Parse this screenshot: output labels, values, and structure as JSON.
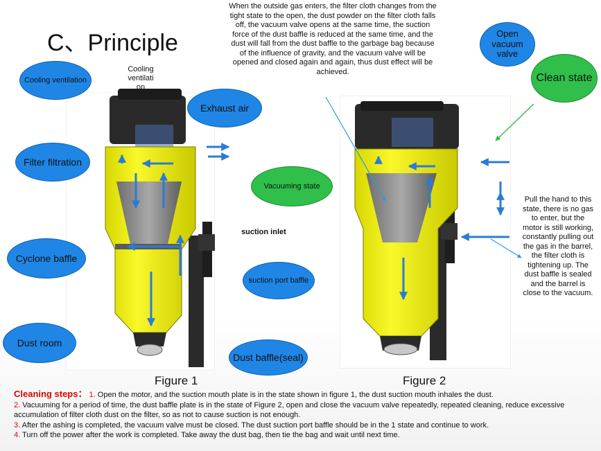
{
  "title": "C、Principle",
  "description": "When the outside gas enters, the filter cloth changes from the tight state to the open, the dust powder on the filter cloth falls off, the vacuum valve opens at the same time, the suction force of the dust baffle is reduced at the same time, and the dust will fall from the dust baffle to the garbage bag because of the influence of gravity, and the vacuum valve will be opened and closed again and again, thus dust effect will be achieved.",
  "figure1": {
    "label": "Figure 1",
    "callouts": {
      "cooling_ventilation_1": "Cooling ventilation",
      "cooling_ventilation_2": "Cooling ventilati on",
      "exhaust_air": "Exhaust air",
      "filter_filtration": "Filter filtration",
      "vacuuming_state": "Vacuuming state",
      "suction_inlet": "suction inlet",
      "cyclone_baffle": "Cyclone baffle",
      "suction_port_baffle": "suction port baffle",
      "dust_room": "Dust room",
      "dust_baffle_seal": "Dust baffle(seal)"
    }
  },
  "figure2": {
    "label": "Figure 2",
    "callouts": {
      "open_vacuum_valve": "Open vacuum valve",
      "clean_state": "Clean state"
    },
    "note": "Pull the hand to this state, there is no gas to enter, but the motor is still working, constantly pulling out the gas in the barrel, the filter cloth is tightening up. The dust baffle is sealed and the barrel is close to the vacuum."
  },
  "cleaning": {
    "heading": "Cleaning steps：",
    "steps": [
      {
        "num": "1.",
        "text": "Open the motor, and the suction mouth plate is in the state shown in figure 1, the dust suction mouth inhales the dust."
      },
      {
        "num": "2.",
        "text": "Vacuuming for a period of time, the dust baffle plate is in the state of Figure 2, open and close the vacuum valve repeatedly, repeated cleaning, reduce excessive accumulation of filter cloth dust on the filter, so as not to cause suction is not enough."
      },
      {
        "num": "3.",
        "text": "After the ashing is completed, the vacuum valve must be closed. The dust suction port baffle should be in the 1 state and continue to work."
      },
      {
        "num": "4.",
        "text": "Turn off the power after the work is completed. Take away the dust bag, then tie the bag and wait until next time."
      }
    ]
  },
  "colors": {
    "yellow_body": "#f2f21e",
    "machine_black": "#2a2a2a",
    "cone_gray": "#8a8a8a",
    "blue_bubble": "#1f86e6",
    "green_bubble": "#2fbf4a",
    "arrow_blue": "#2b7bd8",
    "step_red": "#e00000"
  }
}
